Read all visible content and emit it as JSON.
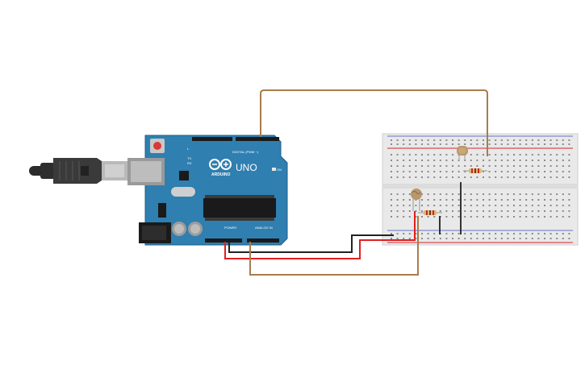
{
  "board": {
    "brand": "ARDUINO",
    "model": "UNO",
    "digital_header_label": "DIGITAL (PWM ~)",
    "power_header_label": "POWER",
    "analog_header_label": "ANALOG IN",
    "tx_label": "TX",
    "rx_label": "RX",
    "on_label": "ON",
    "l_label": "L"
  },
  "colors": {
    "board": "#2f7fb0",
    "board_dark": "#1f5f87",
    "wire_brown": "#a97c4c",
    "wire_red": "#e0201e",
    "wire_black": "#222222",
    "breadboard": "#e9e9e9",
    "rail_red": "#d9232a",
    "rail_blue": "#3050c0"
  },
  "components": {
    "usb_cable": "usb-cable-icon",
    "led": "led-icon",
    "resistor_top": "resistor-icon",
    "resistor_bottom": "resistor-icon",
    "photoresistor": "photoresistor-icon"
  }
}
